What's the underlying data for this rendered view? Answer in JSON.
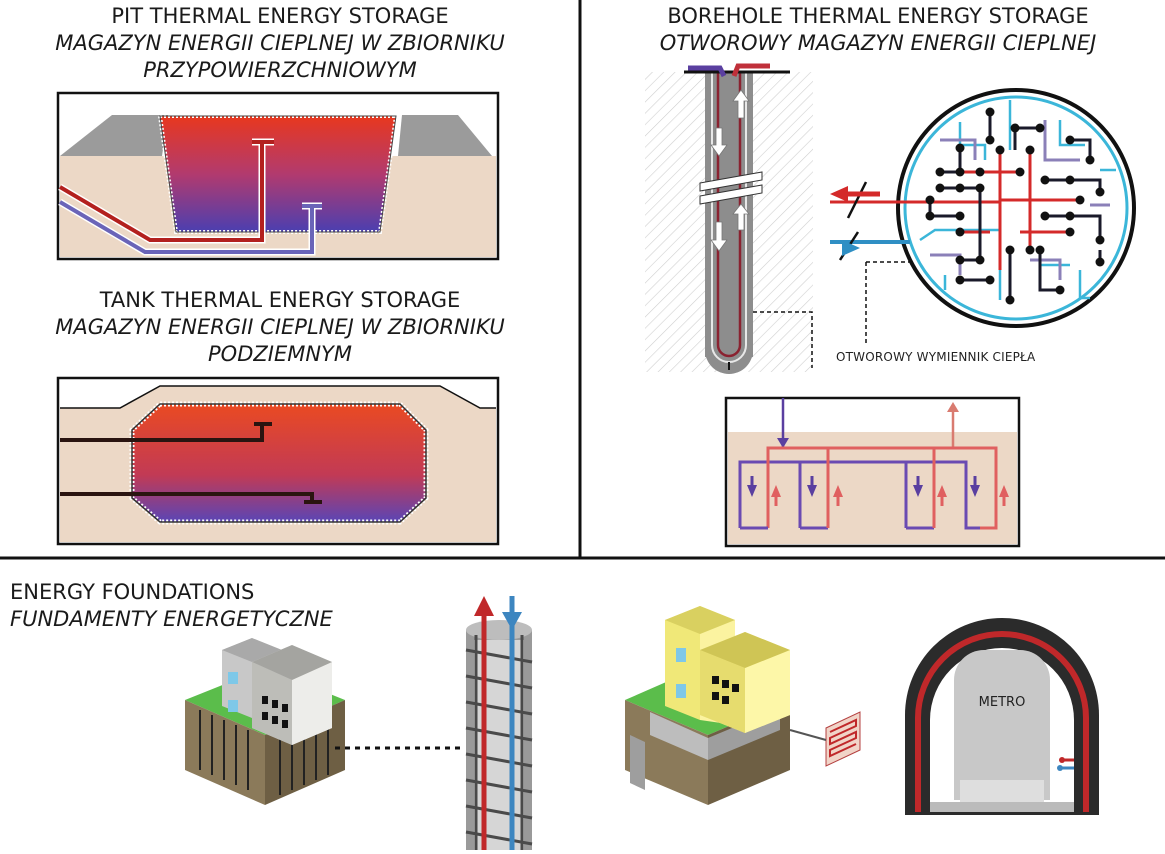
{
  "panels": {
    "pit": {
      "title": "PIT THERMAL ENERGY STORAGE",
      "subtitle": "MAGAZYN ENERGII CIEPLNEJ W ZBIORNIKU PRZYPOWIERZCHNIOWYM"
    },
    "tank": {
      "title": "TANK THERMAL ENERGY STORAGE",
      "subtitle": "MAGAZYN ENERGII CIEPLNEJ W ZBIORNIKU PODZIEMNYM"
    },
    "borehole": {
      "title": "BOREHOLE THERMAL ENERGY STORAGE",
      "subtitle": "OTWOROWY MAGAZYN ENERGII CIEPLNEJ",
      "exchanger_label": "OTWOROWY WYMIENNIK CIEPŁA"
    },
    "foundations": {
      "title": "ENERGY FOUNDATIONS",
      "subtitle": "FUNDAMENTY ENERGETYCZNE",
      "metro_label": "METRO"
    }
  },
  "colors": {
    "hot": "#d42a2a",
    "cold": "#5a3fa0",
    "soil": "#ecd8c6",
    "blue": "#2f8fc4",
    "cyan": "#3bb6d9"
  }
}
